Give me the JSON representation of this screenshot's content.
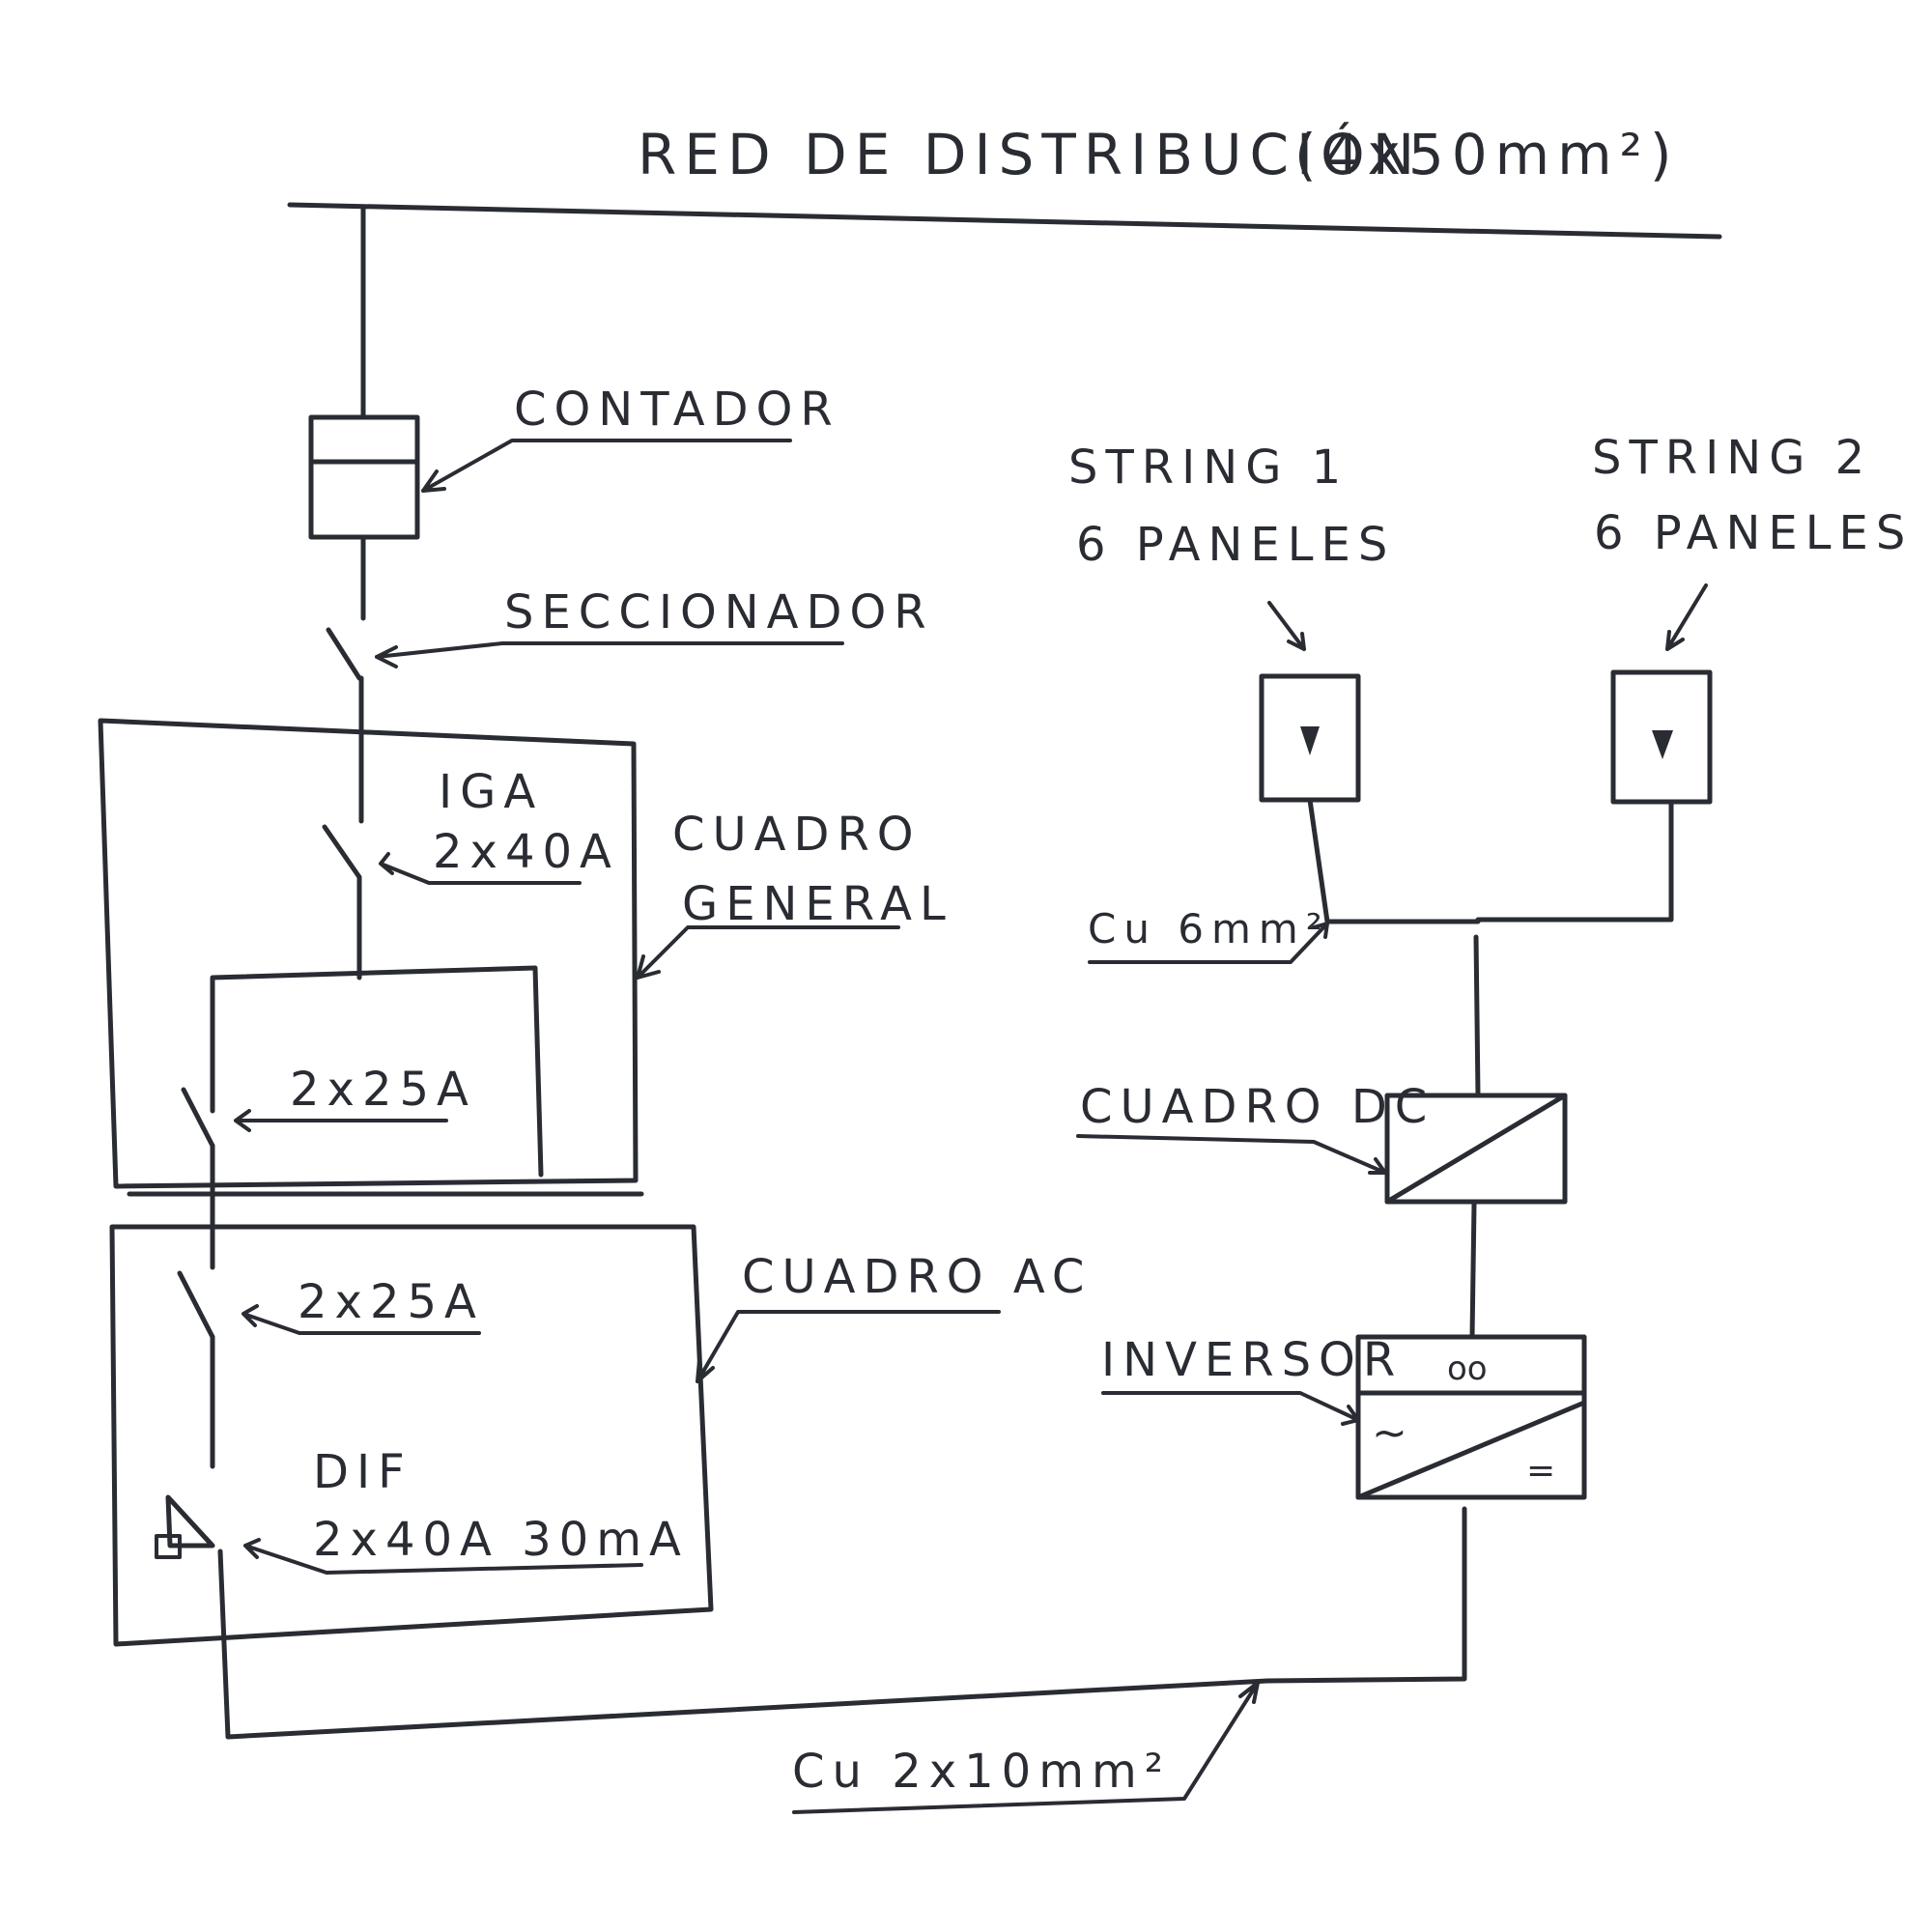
{
  "title": "RED DE DISTRIBUCIÓN",
  "title_spec": "(4x50mm²)",
  "labels": {
    "contador": "CONTADOR",
    "seccionador": "SECCIONADOR",
    "iga_line1": "IGA",
    "iga_line2": "2x40A",
    "cuadro_general_line1": "CUADRO",
    "cuadro_general_line2": "GENERAL",
    "breaker_general": "2x25A",
    "cuadro_ac": "CUADRO AC",
    "breaker_ac": "2x25A",
    "dif_line1": "DIF",
    "dif_line2": "2x40A 30mA",
    "string1_line1": "STRING 1",
    "string1_line2": "6 PANELES",
    "string2_line1": "STRING 2",
    "string2_line2": "6 PANELES",
    "cable_dc": "Cu 6mm²",
    "cuadro_dc": "CUADRO DC",
    "inversor": "INVERSOR",
    "cable_ac": "Cu 2x10mm²"
  },
  "colors": {
    "ink": "#2a2c33",
    "paper": "#ffffff"
  }
}
